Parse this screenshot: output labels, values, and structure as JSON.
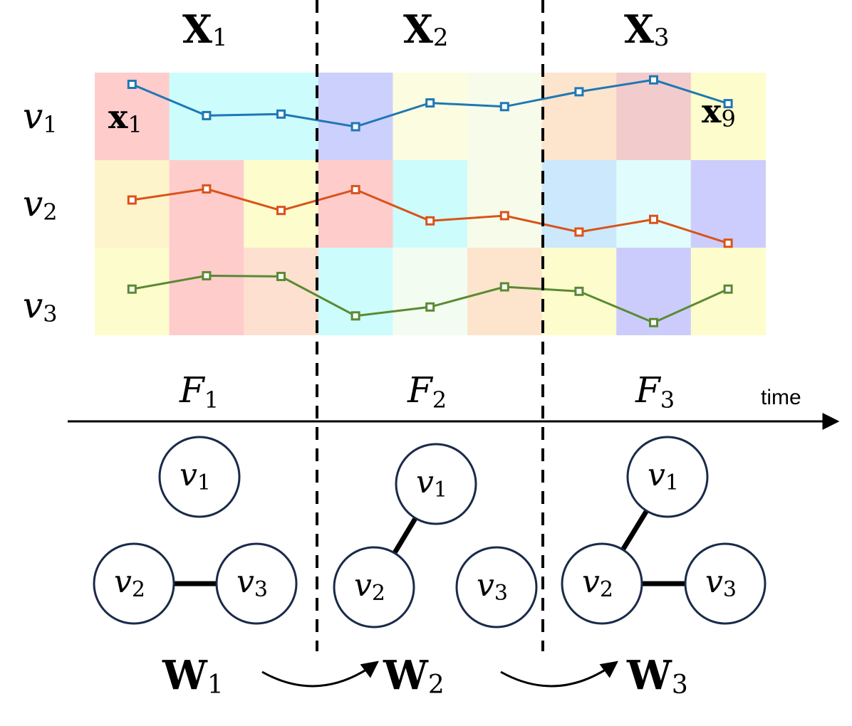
{
  "window_labels": [
    {
      "main": "X",
      "sub": "1"
    },
    {
      "main": "X",
      "sub": "2"
    },
    {
      "main": "X",
      "sub": "3"
    }
  ],
  "row_labels": [
    {
      "main": "v",
      "sub": "1"
    },
    {
      "main": "v",
      "sub": "2"
    },
    {
      "main": "v",
      "sub": "3"
    }
  ],
  "point_labels": {
    "first": {
      "main": "x",
      "sub": "1"
    },
    "last": {
      "main": "x",
      "sub": "9"
    }
  },
  "frame_labels": [
    {
      "main": "F",
      "sub": "1"
    },
    {
      "main": "F",
      "sub": "2"
    },
    {
      "main": "F",
      "sub": "3"
    }
  ],
  "time_label": "time",
  "graph_labels": [
    {
      "main": "W",
      "sub": "1"
    },
    {
      "main": "W",
      "sub": "2"
    },
    {
      "main": "W",
      "sub": "3"
    }
  ],
  "node_label": {
    "main": "v",
    "subs": [
      "1",
      "2",
      "3"
    ]
  },
  "graphs": [
    {
      "edges": [
        [
          2,
          3
        ]
      ]
    },
    {
      "edges": [
        [
          1,
          2
        ]
      ]
    },
    {
      "edges": [
        [
          1,
          2
        ],
        [
          2,
          3
        ]
      ]
    }
  ],
  "series": [
    {
      "name": "",
      "color": "#1f77b4",
      "values": [
        0.9,
        0.48,
        0.5,
        0.33,
        0.65,
        0.6,
        0.8,
        0.96,
        0.64
      ]
    },
    {
      "name": "",
      "color": "#d95319",
      "values": [
        0.55,
        0.7,
        0.41,
        0.69,
        0.27,
        0.34,
        0.12,
        0.29,
        -0.03
      ]
    },
    {
      "name": "",
      "color": "#5a8a32",
      "values": [
        0.52,
        0.7,
        0.69,
        0.16,
        0.28,
        0.55,
        0.49,
        0.07,
        0.52
      ]
    }
  ],
  "heatmap_colors": [
    [
      "#ffcccc",
      "#ccfcfc",
      "#ccfcfc",
      "#ccd0fc",
      "#fcfce0",
      "#f6fce9",
      "#fde4cc",
      "#f2cccc",
      "#fdfccc"
    ],
    [
      "#fdf4cc",
      "#ffcccc",
      "#fdfccc",
      "#ffcccc",
      "#ccfcfc",
      "#f6fce9",
      "#cce8fc",
      "#e0fcfc",
      "#cccdfc"
    ],
    [
      "#fdfccc",
      "#ffcccc",
      "#fde0d0",
      "#ccfcfc",
      "#f3fcf1",
      "#fde4cc",
      "#fdfccc",
      "#ccccfc",
      "#fdfccc"
    ]
  ]
}
